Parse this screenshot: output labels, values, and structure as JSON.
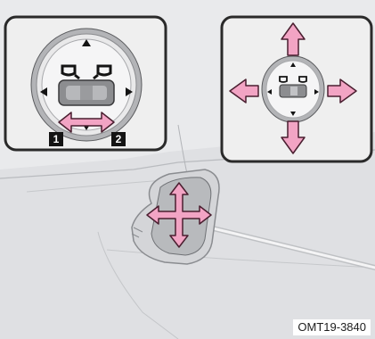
{
  "figure": {
    "code": "OMT19-3840",
    "switch_labels": {
      "left": "1",
      "right": "2"
    }
  },
  "colors": {
    "arrow_fill": "#f2a4c4",
    "arrow_stroke": "#4a1f30",
    "panel_border": "#2a2a2a",
    "panel_fill": "#efefef",
    "car_body": "#e2e3e5"
  },
  "icons": {
    "left_mirror": "mirror-left-icon",
    "right_mirror": "mirror-right-icon",
    "triangle_up": "triangle-up-icon",
    "triangle_down": "triangle-down-icon",
    "triangle_left": "triangle-left-icon",
    "triangle_right": "triangle-right-icon"
  }
}
